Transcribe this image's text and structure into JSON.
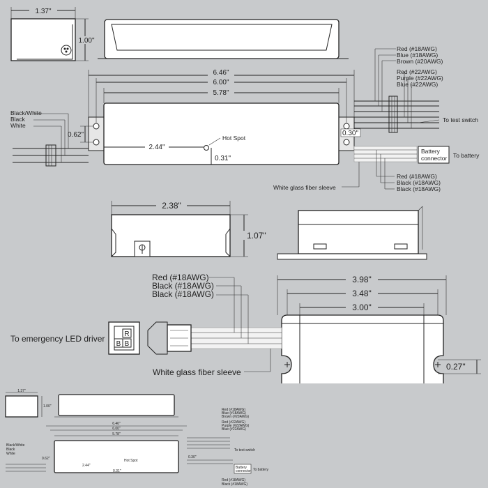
{
  "top": {
    "dims": {
      "width_small": "1.37\"",
      "height_small": "1.00\"",
      "overall": "6.46\"",
      "mount": "6.00\"",
      "body": "5.78\"",
      "hole_offset": "0.62\"",
      "hotspot_x": "2.44\"",
      "hotspot_y": "0.31\"",
      "right_offset": "0.30\""
    },
    "left_wires": [
      "Black/White",
      "Black",
      "White"
    ],
    "hot_spot": "Hot Spot",
    "right_wires_a": [
      "Red (#18AWG)",
      "Blue (#18AWG)",
      "Brown (#20AWG)"
    ],
    "right_wires_b": [
      "Red (#22AWG)",
      "Purple (#22AWG)",
      "Blue (#22AWG)"
    ],
    "to_test_switch": "To test switch",
    "battery_connector": [
      "Battery",
      "connector"
    ],
    "to_battery": "To battery",
    "battery_wires": [
      "Red (#18AWG)",
      "Black (#18AWG)",
      "Black (#18AWG)"
    ],
    "sleeve": "White glass fiber sleeve"
  },
  "middle": {
    "dims": {
      "width": "2.38\"",
      "height": "1.07\"",
      "outer": "3.98\"",
      "mid": "3.48\"",
      "inner": "3.00\"",
      "hole": "0.27\""
    },
    "wires": [
      "Red (#18AWG)",
      "Black (#18AWG)",
      "Black (#18AWG)"
    ],
    "to_driver": "To emergency LED driver",
    "connector_pins": [
      "R",
      "B",
      "B"
    ],
    "sleeve": "White glass fiber sleeve"
  }
}
